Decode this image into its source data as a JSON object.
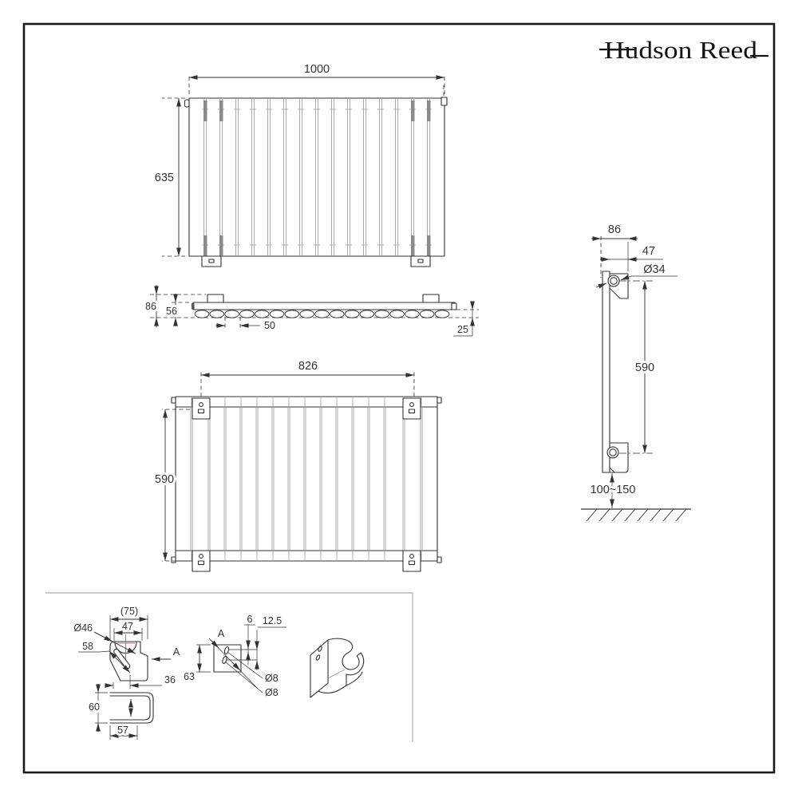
{
  "brand": {
    "name": "Hudson Reed"
  },
  "colors": {
    "ink": "#333333",
    "light": "#999999",
    "construction_red": "#b26a6a",
    "frame": "#1a1a1a",
    "details_frame": "#bbbbbb",
    "background": "#ffffff"
  },
  "front_view": {
    "width_label": "1000",
    "height_label": "635"
  },
  "plan_view": {
    "overall_depth": "86",
    "body_depth": "56",
    "tube_pitch": "50",
    "tube_depth": "25"
  },
  "rear_view": {
    "bracket_span": "826",
    "bracket_rise": "590"
  },
  "side_view": {
    "depth": "86",
    "bracket_offset": "47",
    "collar_dia": "Ø34",
    "bracket_spacing": "590",
    "floor_clearance": "100~150"
  },
  "bracket_front_detail": {
    "overall_width": "(75)",
    "hole_offset": "47",
    "cradle_dia": "Ø46",
    "slot_length": "58",
    "section_label": "A",
    "base_width": "36"
  },
  "bracket_profile_detail": {
    "height": "60",
    "depth": "57"
  },
  "bracket_section_detail": {
    "section_label": "A",
    "hole_gap": "6",
    "hole_pitch": "12.5",
    "plate_height": "63",
    "hole_dia_1": "Ø8",
    "hole_dia_2": "Ø8"
  }
}
